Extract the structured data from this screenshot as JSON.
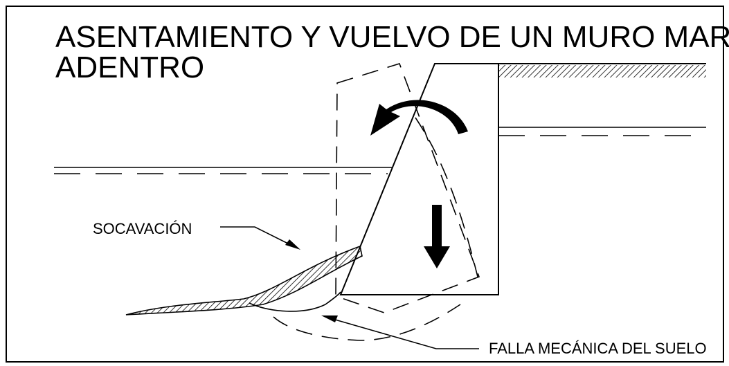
{
  "diagram": {
    "title_line1": "ASENTAMIENTO Y VUELVO DE UN MURO MAR",
    "title_line2": "ADENTRO",
    "label_scour": "SOCAVACIÓN",
    "label_failure": "FALLA MECÁNICA DEL SUELO",
    "colors": {
      "stroke": "#000000",
      "background": "#ffffff"
    }
  }
}
